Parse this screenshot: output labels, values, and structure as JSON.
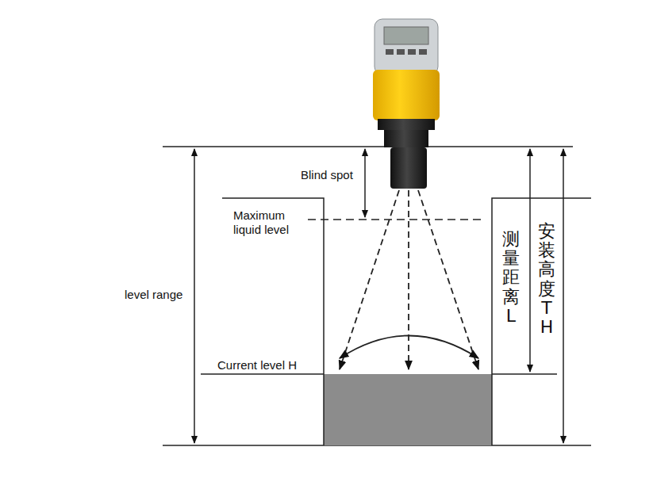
{
  "diagram": {
    "labels": [
      "Blind spot",
      "Maximum liquid level",
      "level range",
      "Current level H",
      "测量距离 L",
      "安装高度 TH"
    ]
  }
}
